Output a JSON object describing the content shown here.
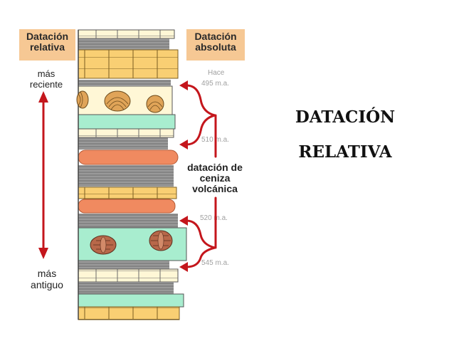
{
  "left_header": "Datación relativa",
  "right_header": "Datación absoluta",
  "top_label": "más reciente",
  "bottom_label": "más antiguo",
  "age_labels": {
    "hace": "Hace",
    "a495": "495 m.a.",
    "a510": "510 m.a.",
    "a520": "520 m.a.",
    "a545": "545 m.a."
  },
  "ash_label": [
    "datación de",
    "ceniza",
    "volcánica"
  ],
  "slide_title": [
    "DATACIÓN",
    "RELATIVA"
  ],
  "colors": {
    "header_bg": "#f6c894",
    "red_arrow": "#c4161c",
    "gray_text": "#a0a0a0",
    "sandstone": "#f9cf73",
    "limestone": "#fff7d6",
    "shale": "#8f8f8f",
    "green": "#a8edcf",
    "ash": "#f08a60"
  }
}
